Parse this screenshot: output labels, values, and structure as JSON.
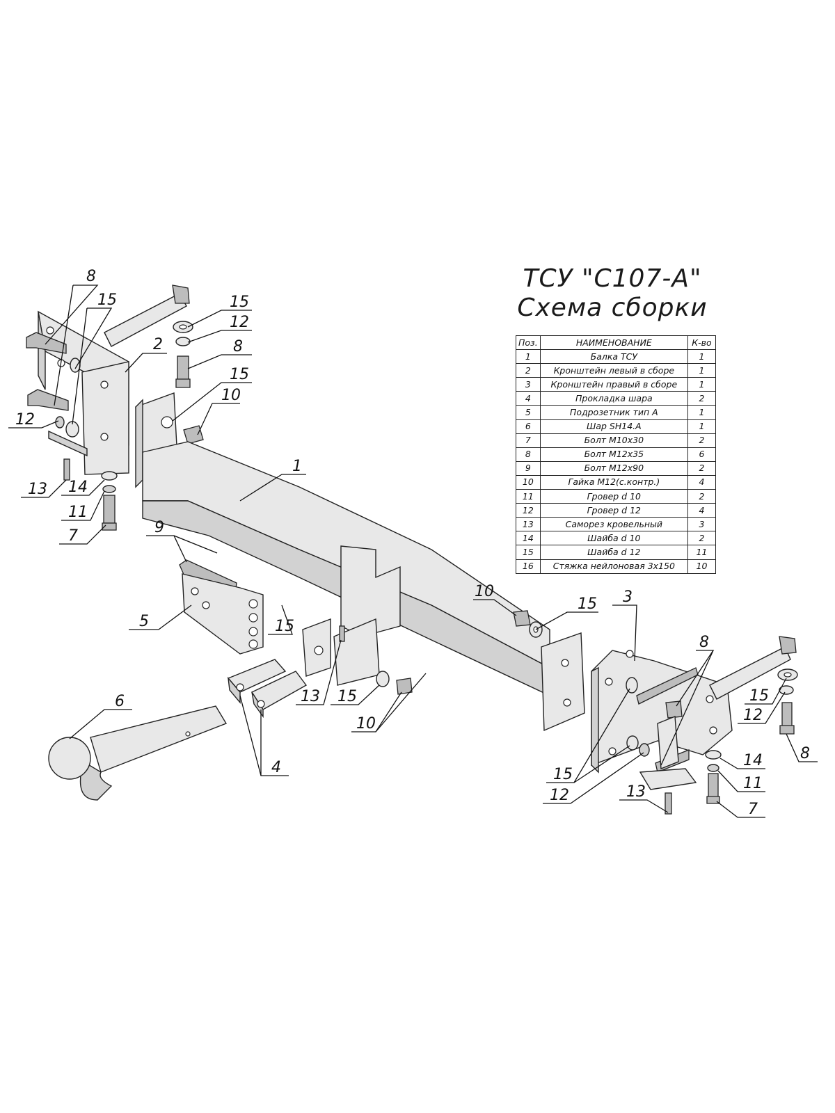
{
  "title": {
    "line1": "ТСУ \"С107-А\"",
    "line2": "Схема сборки"
  },
  "table": {
    "headers": [
      "Поз.",
      "НАИМЕНОВАНИЕ",
      "К-во"
    ],
    "rows": [
      [
        "1",
        "Балка ТСУ",
        "1"
      ],
      [
        "2",
        "Кронштейн левый в сборе",
        "1"
      ],
      [
        "3",
        "Кронштейн правый в сборе",
        "1"
      ],
      [
        "4",
        "Прокладка шара",
        "2"
      ],
      [
        "5",
        "Подрозетник тип А",
        "1"
      ],
      [
        "6",
        "Шар SH14.А",
        "1"
      ],
      [
        "7",
        "Болт М10х30",
        "2"
      ],
      [
        "8",
        "Болт М12х35",
        "6"
      ],
      [
        "9",
        "Болт М12х90",
        "2"
      ],
      [
        "10",
        "Гайка М12(с.контр.)",
        "4"
      ],
      [
        "11",
        "Гровер d 10",
        "2"
      ],
      [
        "12",
        "Гровер d 12",
        "4"
      ],
      [
        "13",
        "Саморез кровельный",
        "3"
      ],
      [
        "14",
        "Шайба d 10",
        "2"
      ],
      [
        "15",
        "Шайба d 12",
        "11"
      ],
      [
        "16",
        "Стяжка нейлоновая 3х150",
        "10"
      ]
    ]
  },
  "callouts": {
    "c1": "1",
    "c2": "2",
    "c3": "3",
    "c4": "4",
    "c5": "5",
    "c6": "6",
    "c7_left": "7",
    "c7_right": "7",
    "c8_topleft": "8",
    "c8_mid": "8",
    "c8_right": "8",
    "c8_farright": "8",
    "c9": "9",
    "c10_left": "10",
    "c10_center": "10",
    "c10_bottom": "10",
    "c11_left": "11",
    "c11_right": "11",
    "c12_left": "12",
    "c12_top": "12",
    "c12_right": "12",
    "c12_bottom": "12",
    "c13_left": "13",
    "c13_center": "13",
    "c13_right": "13",
    "c14_left": "14",
    "c14_right": "14",
    "c15_topleft": "15",
    "c15_top": "15",
    "c15_mid": "15",
    "c15_beam": "15",
    "c15_center": "15",
    "c15_center2": "15",
    "c15_right": "15",
    "c15_bottom": "15"
  }
}
